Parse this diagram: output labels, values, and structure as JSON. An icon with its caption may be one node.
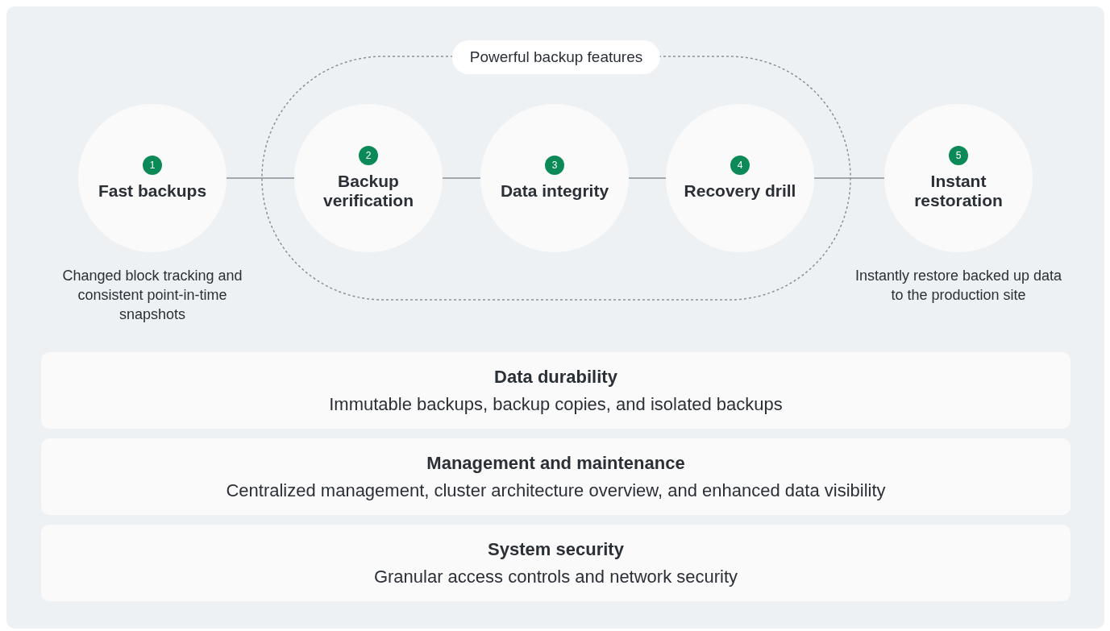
{
  "diagram": {
    "nodes": [
      {
        "text": [
          "Powerful backup features"
        ]
      },
      {
        "text": [
          "1",
          "Fast backups"
        ],
        "beside": [
          "Changed block tracking and consistent point-in-time snapshots"
        ]
      },
      {
        "text": [
          "2",
          "Backup verification"
        ],
        "in": 0
      },
      {
        "text": [
          "3",
          "Data integrity"
        ],
        "in": 0
      },
      {
        "text": [
          "4",
          "Recovery drill"
        ],
        "in": 0
      },
      {
        "text": [
          "5",
          "Instant restoration"
        ],
        "beside": [
          "Instantly restore backed up data to the production site"
        ]
      },
      {
        "text": [
          "Data durability",
          "Immutable backups, backup copies, and isolated backups"
        ]
      },
      {
        "text": [
          "Management and maintenance",
          "Centralized management, cluster architecture overview, and enhanced data visibility"
        ]
      },
      {
        "text": [
          "System security",
          "Granular access controls and network security"
        ]
      }
    ],
    "edges": [
      {
        "from": 1,
        "to": 2,
        "arrow": "none"
      },
      {
        "from": 2,
        "to": 3,
        "arrow": "none"
      },
      {
        "from": 3,
        "to": 4,
        "arrow": "none"
      },
      {
        "from": 4,
        "to": 5,
        "arrow": "none"
      }
    ]
  }
}
